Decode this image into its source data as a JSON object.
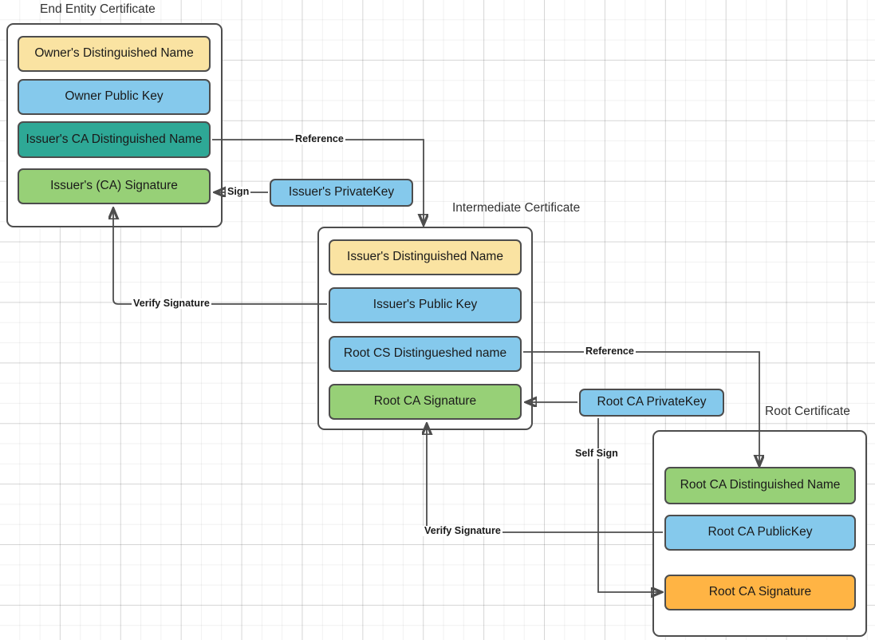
{
  "diagram": {
    "title_note": "X.509 certificate chain of trust",
    "background": "#ffffff",
    "grid_color": "#e6e6e6",
    "stroke_color": "#4d4d4d"
  },
  "palette": {
    "yellow": "#FAE3A2",
    "blue": "#85C9EC",
    "teal": "#2EA896",
    "green": "#97D077",
    "orange": "#FFB444"
  },
  "groups": [
    {
      "id": "end-entity",
      "title": "End Entity Certificate",
      "fields": [
        {
          "label": "Owner's Distinguished Name",
          "color": "yellow"
        },
        {
          "label": "Owner Public  Key",
          "color": "blue"
        },
        {
          "label": "Issuer's CA Distinguished Name",
          "color": "teal"
        },
        {
          "label": "Issuer's (CA) Signature",
          "color": "green"
        }
      ]
    },
    {
      "id": "intermediate",
      "title": "Intermediate Certificate",
      "fields": [
        {
          "label": "Issuer's Distinguished Name",
          "color": "yellow"
        },
        {
          "label": "Issuer's Public  Key",
          "color": "blue"
        },
        {
          "label": "Root CS Distingueshed name",
          "color": "blue"
        },
        {
          "label": "Root CA Signature",
          "color": "green"
        }
      ]
    },
    {
      "id": "root",
      "title": "Root Certificate",
      "fields": [
        {
          "label": "Root CA Distinguished Name",
          "color": "green"
        },
        {
          "label": "Root CA PublicKey",
          "color": "blue"
        },
        {
          "label": "Root CA Signature",
          "color": "orange"
        }
      ]
    }
  ],
  "keys": [
    {
      "id": "issuer-private-key",
      "label": "Issuer's PrivateKey",
      "color": "blue"
    },
    {
      "id": "root-ca-private-key",
      "label": "Root CA PrivateKey",
      "color": "blue"
    }
  ],
  "edges": [
    {
      "id": "reference-ee-to-intermediate",
      "label": "Reference"
    },
    {
      "id": "sign-ee",
      "label": "Sign"
    },
    {
      "id": "verify-signature-ee",
      "label": "Verify Signature"
    },
    {
      "id": "reference-intermediate-to-root",
      "label": "Reference"
    },
    {
      "id": "self-sign",
      "label": "Self Sign"
    },
    {
      "id": "verify-signature-intermediate",
      "label": "Verify Signature"
    }
  ]
}
